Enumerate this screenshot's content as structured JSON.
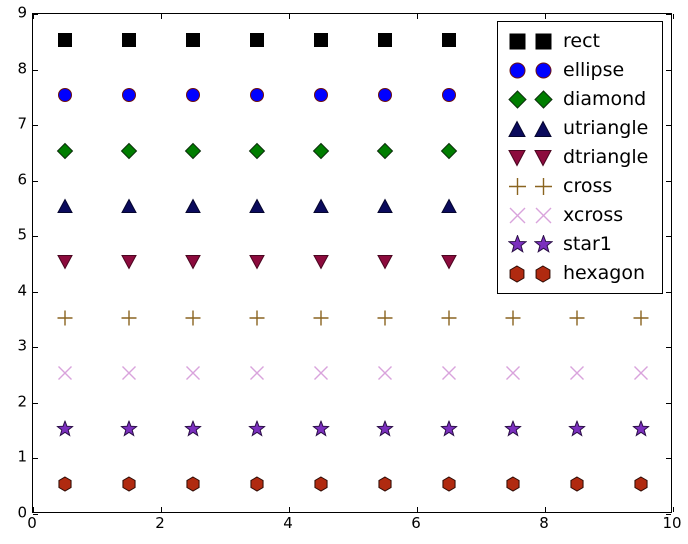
{
  "chart_data": {
    "type": "scatter",
    "title": "",
    "xlabel": "",
    "ylabel": "",
    "xlim": [
      0,
      10
    ],
    "ylim": [
      0,
      9
    ],
    "xticks": [
      0,
      2,
      4,
      6,
      8,
      10
    ],
    "yticks": [
      0,
      1,
      2,
      3,
      4,
      5,
      6,
      7,
      8,
      9
    ],
    "xticklabels": [
      "0",
      "2",
      "4",
      "6",
      "8",
      "10"
    ],
    "yticklabels": [
      "0",
      "1",
      "2",
      "3",
      "4",
      "5",
      "6",
      "7",
      "8",
      "9"
    ],
    "grid": false,
    "legend_position": "upper right",
    "legend_numpoints": 2,
    "series": [
      {
        "name": "rect",
        "marker": "square",
        "color": "#000000",
        "edgecolor": "#000000",
        "size": 15,
        "y": 8.5,
        "x": [
          0.5,
          1.5,
          2.5,
          3.5,
          4.5,
          5.5,
          6.5
        ],
        "values": [
          8.5,
          8.5,
          8.5,
          8.5,
          8.5,
          8.5,
          8.5
        ]
      },
      {
        "name": "ellipse",
        "marker": "circle",
        "color": "#0000ff",
        "edgecolor": "#6b1010",
        "size": 15,
        "y": 7.5,
        "x": [
          0.5,
          1.5,
          2.5,
          3.5,
          4.5,
          5.5,
          6.5
        ],
        "values": [
          7.5,
          7.5,
          7.5,
          7.5,
          7.5,
          7.5,
          7.5
        ]
      },
      {
        "name": "diamond",
        "marker": "diamond",
        "color": "#007d00",
        "edgecolor": "#0b2f0b",
        "size": 17,
        "y": 6.5,
        "x": [
          0.5,
          1.5,
          2.5,
          3.5,
          4.5,
          5.5,
          6.5
        ],
        "values": [
          6.5,
          6.5,
          6.5,
          6.5,
          6.5,
          6.5,
          6.5
        ]
      },
      {
        "name": "utriangle",
        "marker": "triangle-up",
        "color": "#0b0b5c",
        "edgecolor": "#05052e",
        "size": 16,
        "y": 5.5,
        "x": [
          0.5,
          1.5,
          2.5,
          3.5,
          4.5,
          5.5,
          6.5
        ],
        "values": [
          5.5,
          5.5,
          5.5,
          5.5,
          5.5,
          5.5,
          5.5
        ]
      },
      {
        "name": "dtriangle",
        "marker": "triangle-down",
        "color": "#8c0b3d",
        "edgecolor": "#4a0620",
        "size": 16,
        "y": 4.5,
        "x": [
          0.5,
          1.5,
          2.5,
          3.5,
          4.5,
          5.5,
          6.5
        ],
        "values": [
          4.5,
          4.5,
          4.5,
          4.5,
          4.5,
          4.5,
          4.5
        ]
      },
      {
        "name": "cross",
        "marker": "plus",
        "color": "#8a6420",
        "edgecolor": "#8a6420",
        "size": 17,
        "y": 3.5,
        "x": [
          0.5,
          1.5,
          2.5,
          3.5,
          4.5,
          5.5,
          6.5,
          7.5,
          8.5,
          9.5
        ],
        "values": [
          3.5,
          3.5,
          3.5,
          3.5,
          3.5,
          3.5,
          3.5,
          3.5,
          3.5,
          3.5
        ]
      },
      {
        "name": "xcross",
        "marker": "x",
        "color": "#d9a3dc",
        "edgecolor": "#d9a3dc",
        "size": 17,
        "y": 2.5,
        "x": [
          0.5,
          1.5,
          2.5,
          3.5,
          4.5,
          5.5,
          6.5,
          7.5,
          8.5,
          9.5
        ],
        "values": [
          2.5,
          2.5,
          2.5,
          2.5,
          2.5,
          2.5,
          2.5,
          2.5,
          2.5,
          2.5
        ]
      },
      {
        "name": "star1",
        "marker": "star",
        "color": "#7b2fbe",
        "edgecolor": "#2b0f47",
        "size": 17,
        "y": 1.5,
        "x": [
          0.5,
          1.5,
          2.5,
          3.5,
          4.5,
          5.5,
          6.5,
          7.5,
          8.5,
          9.5
        ],
        "values": [
          1.5,
          1.5,
          1.5,
          1.5,
          1.5,
          1.5,
          1.5,
          1.5,
          1.5,
          1.5
        ]
      },
      {
        "name": "hexagon",
        "marker": "hexagon",
        "color": "#b02a10",
        "edgecolor": "#2b0a04",
        "size": 16,
        "y": 0.5,
        "x": [
          0.5,
          1.5,
          2.5,
          3.5,
          4.5,
          5.5,
          6.5,
          7.5,
          8.5,
          9.5
        ],
        "values": [
          0.5,
          0.5,
          0.5,
          0.5,
          0.5,
          0.5,
          0.5,
          0.5,
          0.5,
          0.5
        ]
      }
    ]
  },
  "legend": {
    "entries": [
      {
        "label": "rect"
      },
      {
        "label": "ellipse"
      },
      {
        "label": "diamond"
      },
      {
        "label": "utriangle"
      },
      {
        "label": "dtriangle"
      },
      {
        "label": "cross"
      },
      {
        "label": "xcross"
      },
      {
        "label": "star1"
      },
      {
        "label": "hexagon"
      }
    ]
  }
}
